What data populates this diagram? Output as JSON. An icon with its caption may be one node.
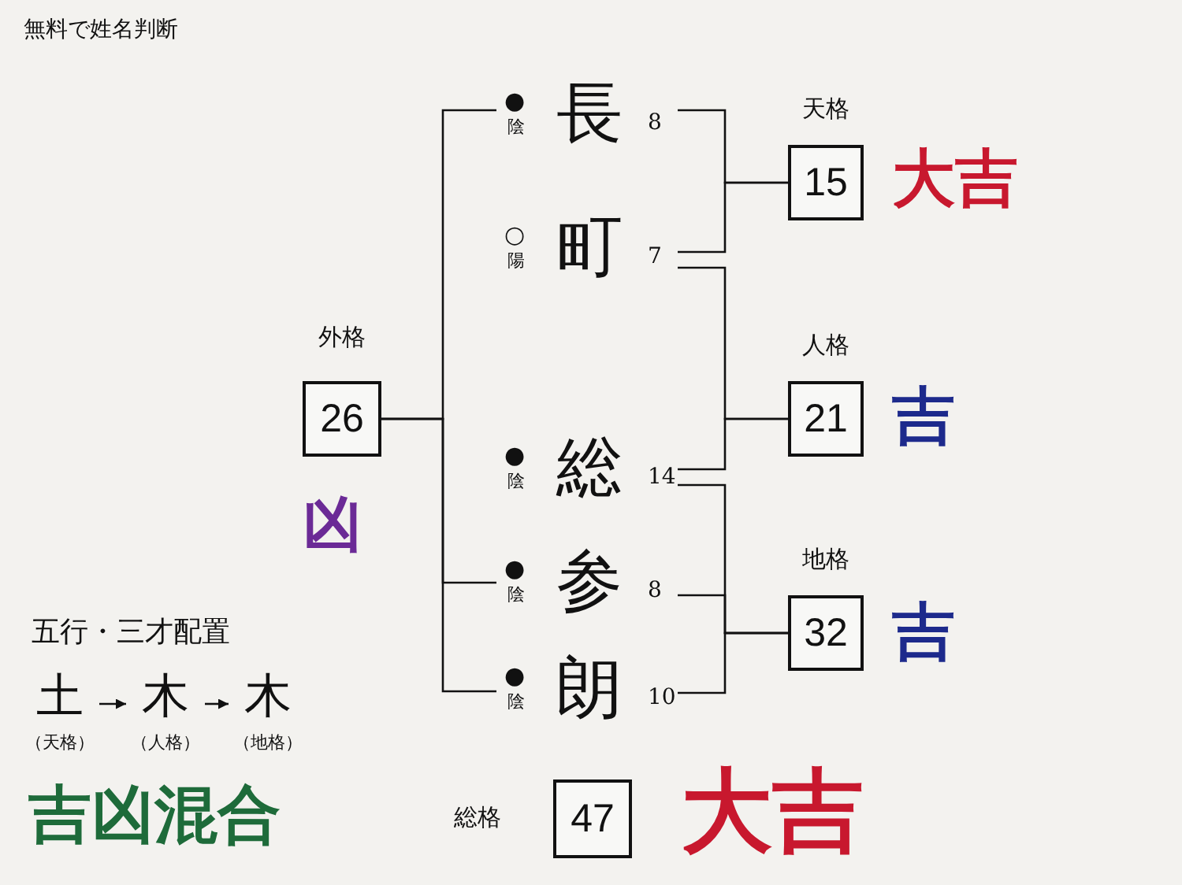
{
  "diagram": {
    "title": "無料で姓名判断",
    "nodes": [
      {
        "text": [
          "長"
        ],
        "beside": [
          "●",
          "陰",
          "8"
        ]
      },
      {
        "text": [
          "町"
        ],
        "beside": [
          "○",
          "陽",
          "7"
        ]
      },
      {
        "text": [
          "総"
        ],
        "beside": [
          "●",
          "陰",
          "14"
        ]
      },
      {
        "text": [
          "参"
        ],
        "beside": [
          "●",
          "陰",
          "8"
        ]
      },
      {
        "text": [
          "朗"
        ],
        "beside": [
          "●",
          "陰",
          "10"
        ]
      },
      {
        "text": [
          "外格",
          "26"
        ],
        "beside": [
          "凶"
        ]
      },
      {
        "text": [
          "天格",
          "15"
        ],
        "beside": [
          "大吉"
        ]
      },
      {
        "text": [
          "人格",
          "21"
        ],
        "beside": [
          "吉"
        ]
      },
      {
        "text": [
          "地格",
          "32"
        ],
        "beside": [
          "吉"
        ]
      },
      {
        "text": [
          "総格",
          "47"
        ],
        "beside": [
          "大吉"
        ]
      },
      {
        "text": [
          "土",
          "（天格）"
        ]
      },
      {
        "text": [
          "木",
          "（人格）"
        ]
      },
      {
        "text": [
          "木",
          "（地格）"
        ]
      }
    ],
    "edges": [
      {
        "from": 0,
        "to": 5,
        "arrow": "none"
      },
      {
        "from": 3,
        "to": 5,
        "arrow": "none"
      },
      {
        "from": 4,
        "to": 5,
        "arrow": "none"
      },
      {
        "from": 0,
        "to": 6,
        "arrow": "none"
      },
      {
        "from": 1,
        "to": 6,
        "arrow": "none"
      },
      {
        "from": 1,
        "to": 7,
        "arrow": "none"
      },
      {
        "from": 2,
        "to": 7,
        "arrow": "none"
      },
      {
        "from": 2,
        "to": 8,
        "arrow": "none"
      },
      {
        "from": 3,
        "to": 8,
        "arrow": "none"
      },
      {
        "from": 4,
        "to": 8,
        "arrow": "none"
      },
      {
        "from": 10,
        "to": 11,
        "arrow": "to"
      },
      {
        "from": 11,
        "to": 12,
        "arrow": "to"
      }
    ],
    "labels": [
      "五行・三才配置",
      "吉凶混合"
    ]
  }
}
